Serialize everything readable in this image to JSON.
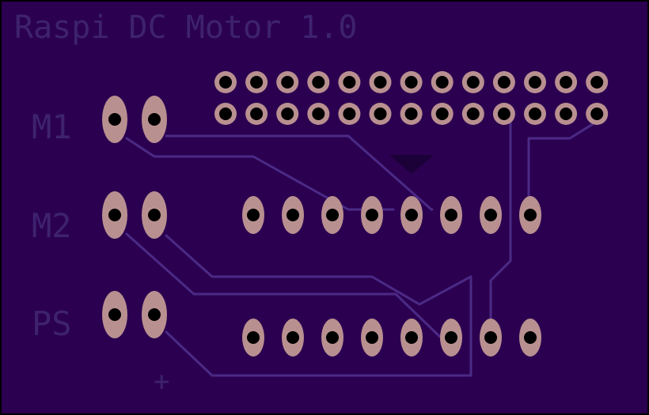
{
  "board": {
    "title": "Raspi DC Motor 1.0",
    "labels": {
      "m1": "M1",
      "m2": "M2",
      "ps": "PS",
      "plus": "+"
    }
  },
  "colors": {
    "outline": "#000000",
    "substrate": "#2b0050",
    "trace": "#4b2a86",
    "silkscreen": "#3e2270",
    "pad": "#b99090",
    "drill": "#000000",
    "marker": "#1c0038"
  }
}
